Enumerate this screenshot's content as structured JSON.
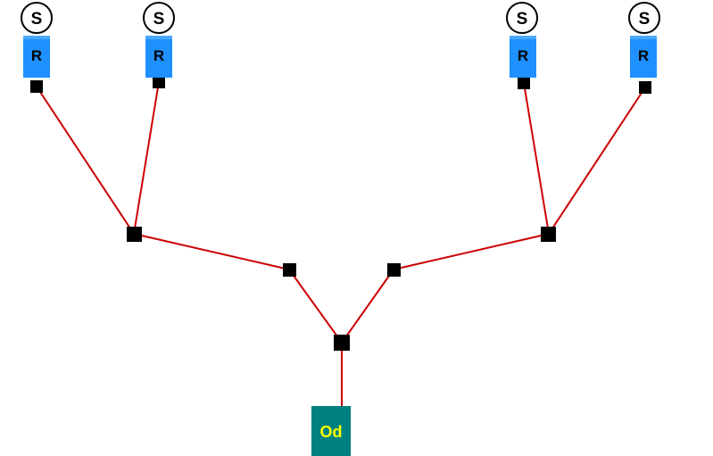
{
  "diagram": {
    "colors": {
      "wire": "#cc0000",
      "node": "#000000",
      "resistor_fill": "#1e90ff",
      "resistor_text": "#000000",
      "output_fill": "#008080",
      "output_text": "#ffff00",
      "source_stroke": "#000000",
      "source_fill": "#ffffff"
    },
    "sources": [
      {
        "label": "S"
      },
      {
        "label": "S"
      },
      {
        "label": "S"
      },
      {
        "label": "S"
      }
    ],
    "resistors": [
      {
        "label": "R"
      },
      {
        "label": "R"
      },
      {
        "label": "R"
      },
      {
        "label": "R"
      }
    ],
    "output": {
      "label": "Od"
    }
  }
}
